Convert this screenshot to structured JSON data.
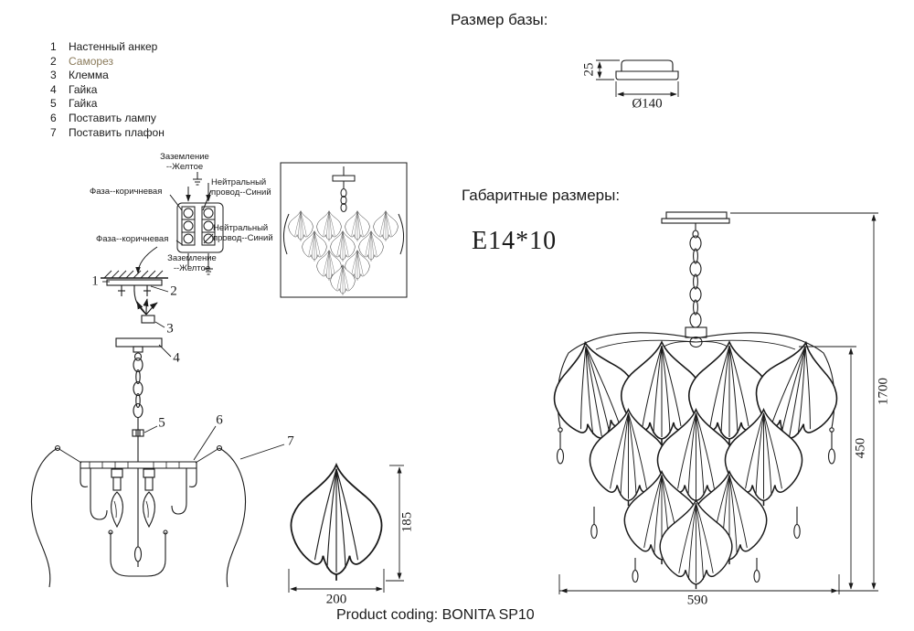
{
  "titles": {
    "base_size": "Размер базы:",
    "overall_size": "Габаритные размеры:",
    "lamp_spec": "E14*10",
    "product_coding": "Product coding: BONITA SP10"
  },
  "parts_list": {
    "items": [
      {
        "num": "1",
        "label": "Настенный анкер"
      },
      {
        "num": "2",
        "label": "Саморез"
      },
      {
        "num": "3",
        "label": "Клемма"
      },
      {
        "num": "4",
        "label": "Гайка"
      },
      {
        "num": "5",
        "label": "Гайка"
      },
      {
        "num": "6",
        "label": "Поставить лампу"
      },
      {
        "num": "7",
        "label": "Поставить плафон"
      }
    ]
  },
  "wiring": {
    "ground_top": "Заземление\n--Желтое",
    "phase_top": "Фаза--коричневая",
    "neutral_top": "Нейтральный\nпровод--Синий",
    "phase_bottom": "Фаза--коричневая",
    "neutral_bottom": "Нейтральный\nпровод--Синий",
    "ground_bottom": "Заземление\n--Желтое"
  },
  "dimensions": {
    "base_height": "25",
    "base_diameter": "Ø140",
    "total_height": "1700",
    "body_height": "450",
    "body_width": "590",
    "shade_width": "200",
    "shade_height": "185"
  },
  "callouts": [
    "1",
    "2",
    "3",
    "4",
    "5",
    "6",
    "7"
  ],
  "colors": {
    "line": "#1a1a1a",
    "background": "#ffffff",
    "part2_text": "#8a7a5a"
  }
}
